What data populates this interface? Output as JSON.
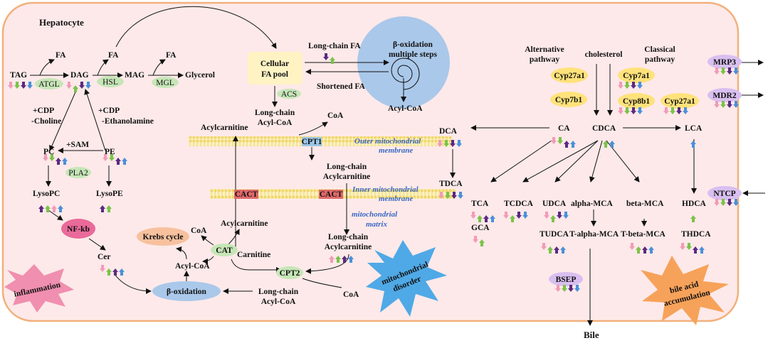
{
  "title": "Hepatocyte",
  "lipid": {
    "tag": "TAG",
    "dag": "DAG",
    "mag": "MAG",
    "glycerol": "Glycerol",
    "fa": "FA",
    "atgl": "ATGL",
    "hsl": "HSL",
    "mgl": "MGL",
    "cdp_choline": [
      "+CDP",
      "-Choline"
    ],
    "cdp_ethanolamine": [
      "+CDP",
      "-Ethanolamine"
    ],
    "sam": "+SAM",
    "pc": "PC",
    "pe": "PE",
    "pla2": "PLA2",
    "lysopc": "LysoPC",
    "lysope": "LysoPE",
    "nfkb": "NF-kb",
    "cer": "Cer",
    "inflammation": "inflammation"
  },
  "mito": {
    "fa_pool": [
      "Cellular",
      "FA pool"
    ],
    "long_chain_fa": "Long-chain FA",
    "shortened_fa": "Shortened FA",
    "beta_ox_multi": [
      "β-oxidation",
      "multiple steps"
    ],
    "acs": "ACS",
    "lc_acylcoa": [
      "Long-chain",
      "Acyl-CoA"
    ],
    "coa": "CoA",
    "acylcarnitine": "Acylcarnitine",
    "cpt1": "CPT1",
    "outer_membrane": [
      "Outer mitochondrial",
      "membrane"
    ],
    "lc_acylcarnitine": [
      "Long-chain",
      "Acylcarnitine"
    ],
    "cact": "CACT",
    "inner_membrane": [
      "Inner mitochondrial",
      "membrane"
    ],
    "matrix": [
      "mitochondrial",
      "matrix"
    ],
    "acylcoa": "Acyl-CoA",
    "krebs": "Krebs cycle",
    "cat": "CAT",
    "carnitine": "Carnitine",
    "cpt2": "CPT2",
    "beta_ox": "β-oxidation",
    "disorder": [
      "mitochondrial",
      "disorder"
    ]
  },
  "bile": {
    "alt_pathway": [
      "Alternative",
      "pathway"
    ],
    "cholesterol": "cholesterol",
    "classical": [
      "Classical",
      "pathway"
    ],
    "cyp27a1": "Cyp27a1",
    "cyp7b1": "Cyp7b1",
    "cyp7a1": "Cyp7a1",
    "cyp8b1": "Cyp8b1",
    "dca": "DCA",
    "ca": "CA",
    "cdca": "CDCA",
    "lca": "LCA",
    "tdca": "TDCA",
    "tca": "TCA",
    "tcdca": "TCDCA",
    "gca": "GCA",
    "udca": "UDCA",
    "tudca": "TUDCA",
    "alpha_mca": "alpha-MCA",
    "t_alpha_mca": "T-alpha-MCA",
    "beta_mca": "beta-MCA",
    "t_beta_mca": "T-beta-MCA",
    "hdca": "HDCA",
    "thdca": "THDCA",
    "mrp3": "MRP3",
    "mdr2": "MDR2",
    "ntcp": "NTCP",
    "bsep": "BSEP",
    "accumulation": [
      "bile acid",
      "accumulation"
    ],
    "bile_out": "Bile"
  },
  "colors": {
    "cell_fill": "#fde9e9",
    "cell_border": "#f2b07c",
    "enzyme_green": "#c7e6b8",
    "fa_pool": "#fff3c4",
    "cyp_yellow": "#ffe27a",
    "transporter": "#d9bff0",
    "beta_ox_blue": "#aac8ea",
    "nfkb": "#ea6a9a",
    "krebs": "#f7c19e",
    "burst_pink": "#f08fb0",
    "burst_blue": "#4fa9e6",
    "burst_orange": "#f7a25a",
    "membrane": "#f6e49a",
    "cpt1": "#9bc6e6",
    "cact": "#e06a6a",
    "arrow_pink": "#f29bb8",
    "arrow_green": "#7cc24a",
    "arrow_purple": "#5a2a82",
    "arrow_blue": "#4a90d9"
  }
}
